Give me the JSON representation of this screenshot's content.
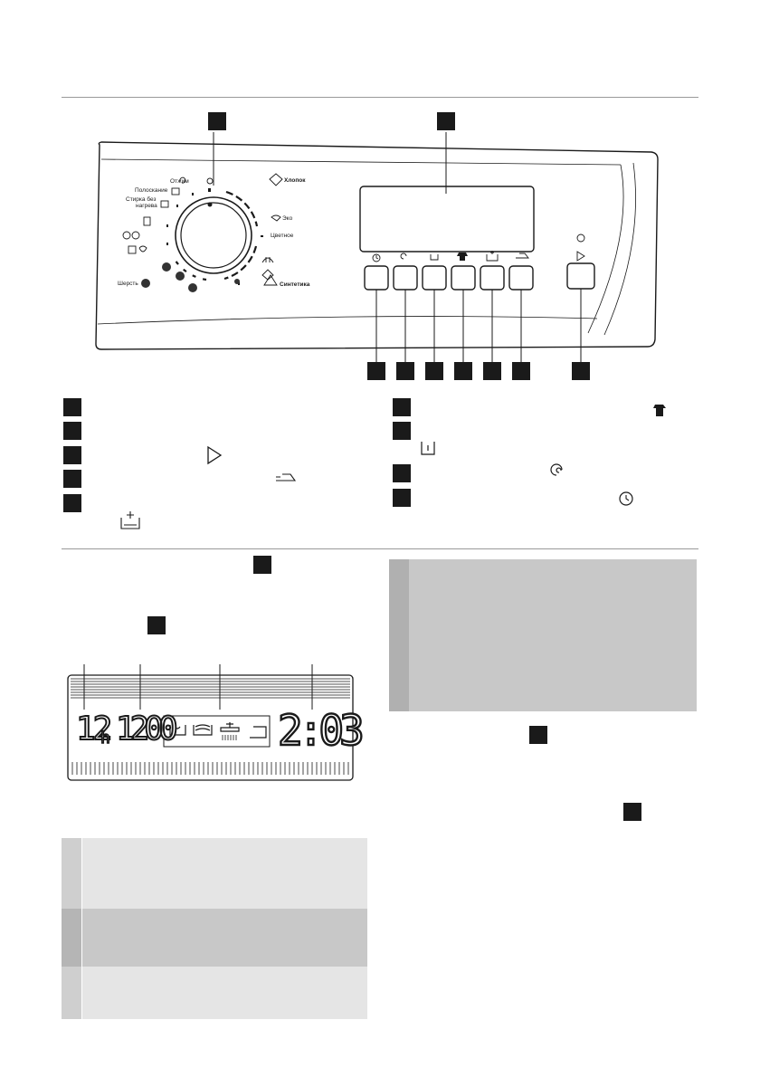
{
  "dial": {
    "spin": "Отжим",
    "rinse": "Полоскание",
    "no_heat_line1": "Стирка без",
    "no_heat_line2": "нагрева",
    "wool": "Шерсть",
    "cotton": "Хлопок",
    "eco": "Эко",
    "colored": "Цветное",
    "synthetics": "Синтетика"
  },
  "display": {
    "hours_value": "12",
    "hours_unit": "h",
    "spin_speed": "1200",
    "time": "2:03"
  },
  "icons": {
    "start": "play-icon",
    "timer": "clock-delay-icon",
    "spin": "spiral-spin-icon",
    "prewash": "tub-icon",
    "stain": "tshirt-icon",
    "rinse_plus": "basin-plus-icon",
    "time_saver": "iron-fast-icon"
  },
  "colors": {
    "rule": "#9a9a9a",
    "marker": "#1a1a1a",
    "shade_light": "#e5e5e5",
    "shade_dark": "#c8c8c8"
  }
}
